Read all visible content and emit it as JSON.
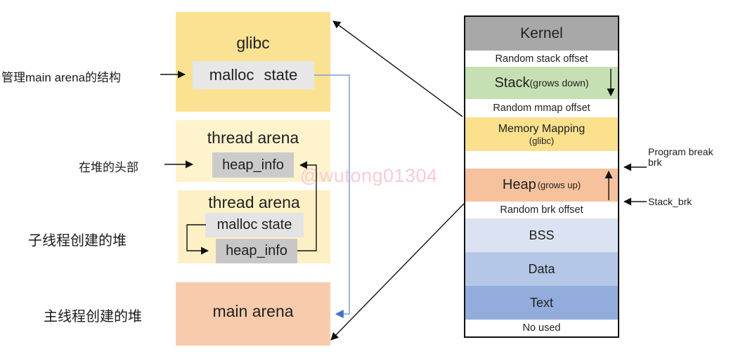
{
  "diagram": {
    "glibc_title": "glibc",
    "glibc_malloc_state": "malloc state",
    "arena1_title": "thread arena",
    "arena1_heap_info": "heap_info",
    "arena2_title": "thread arena",
    "arena2_malloc_state": "malloc state",
    "arena2_heap_info": "heap_info",
    "main_arena_title": "main arena",
    "label_manage": "管理main arena的结构",
    "label_heap_head": "在堆的头部",
    "label_child_heap": "子线程创建的堆",
    "label_main_heap": "主线程创建的堆"
  },
  "memory": {
    "kernel": "Kernel",
    "random_stack": "Random stack offset",
    "stack": "Stack",
    "stack_sub": "(grows down)",
    "random_mmap": "Random mmap offset",
    "mmap": "Memory Mapping",
    "mmap_sub": "(glibc)",
    "heap": "Heap",
    "heap_sub": "(grows up)",
    "random_brk": "Random brk offset",
    "bss": "BSS",
    "data": "Data",
    "text": "Text",
    "no_used": "No used",
    "program_break_line1": "Program break",
    "program_break_line2": "brk",
    "stack_brk": "Stack_brk"
  },
  "watermark": "@wutong01304",
  "colors": {
    "glibc_yellow": "#FBE293",
    "arena_cream": "#FFF3CE",
    "arena_cream2": "#FEF0C5",
    "main_arena_peach": "#F8CBAD",
    "malloc_gray": "#E7E7E7",
    "heap_info_gray": "#CBCBCB",
    "kernel_gray": "#A8A8A8",
    "stack_green": "#C6E0B4",
    "mmap_yellow": "#FBE18D",
    "heap_orange": "#F5C29D",
    "bss_blue": "#DBE3F2",
    "data_blue": "#B5C7E7",
    "text_blue": "#92ACDB",
    "connector_blue": "#4472C4",
    "watermark_pink": "#F7CDD2"
  }
}
